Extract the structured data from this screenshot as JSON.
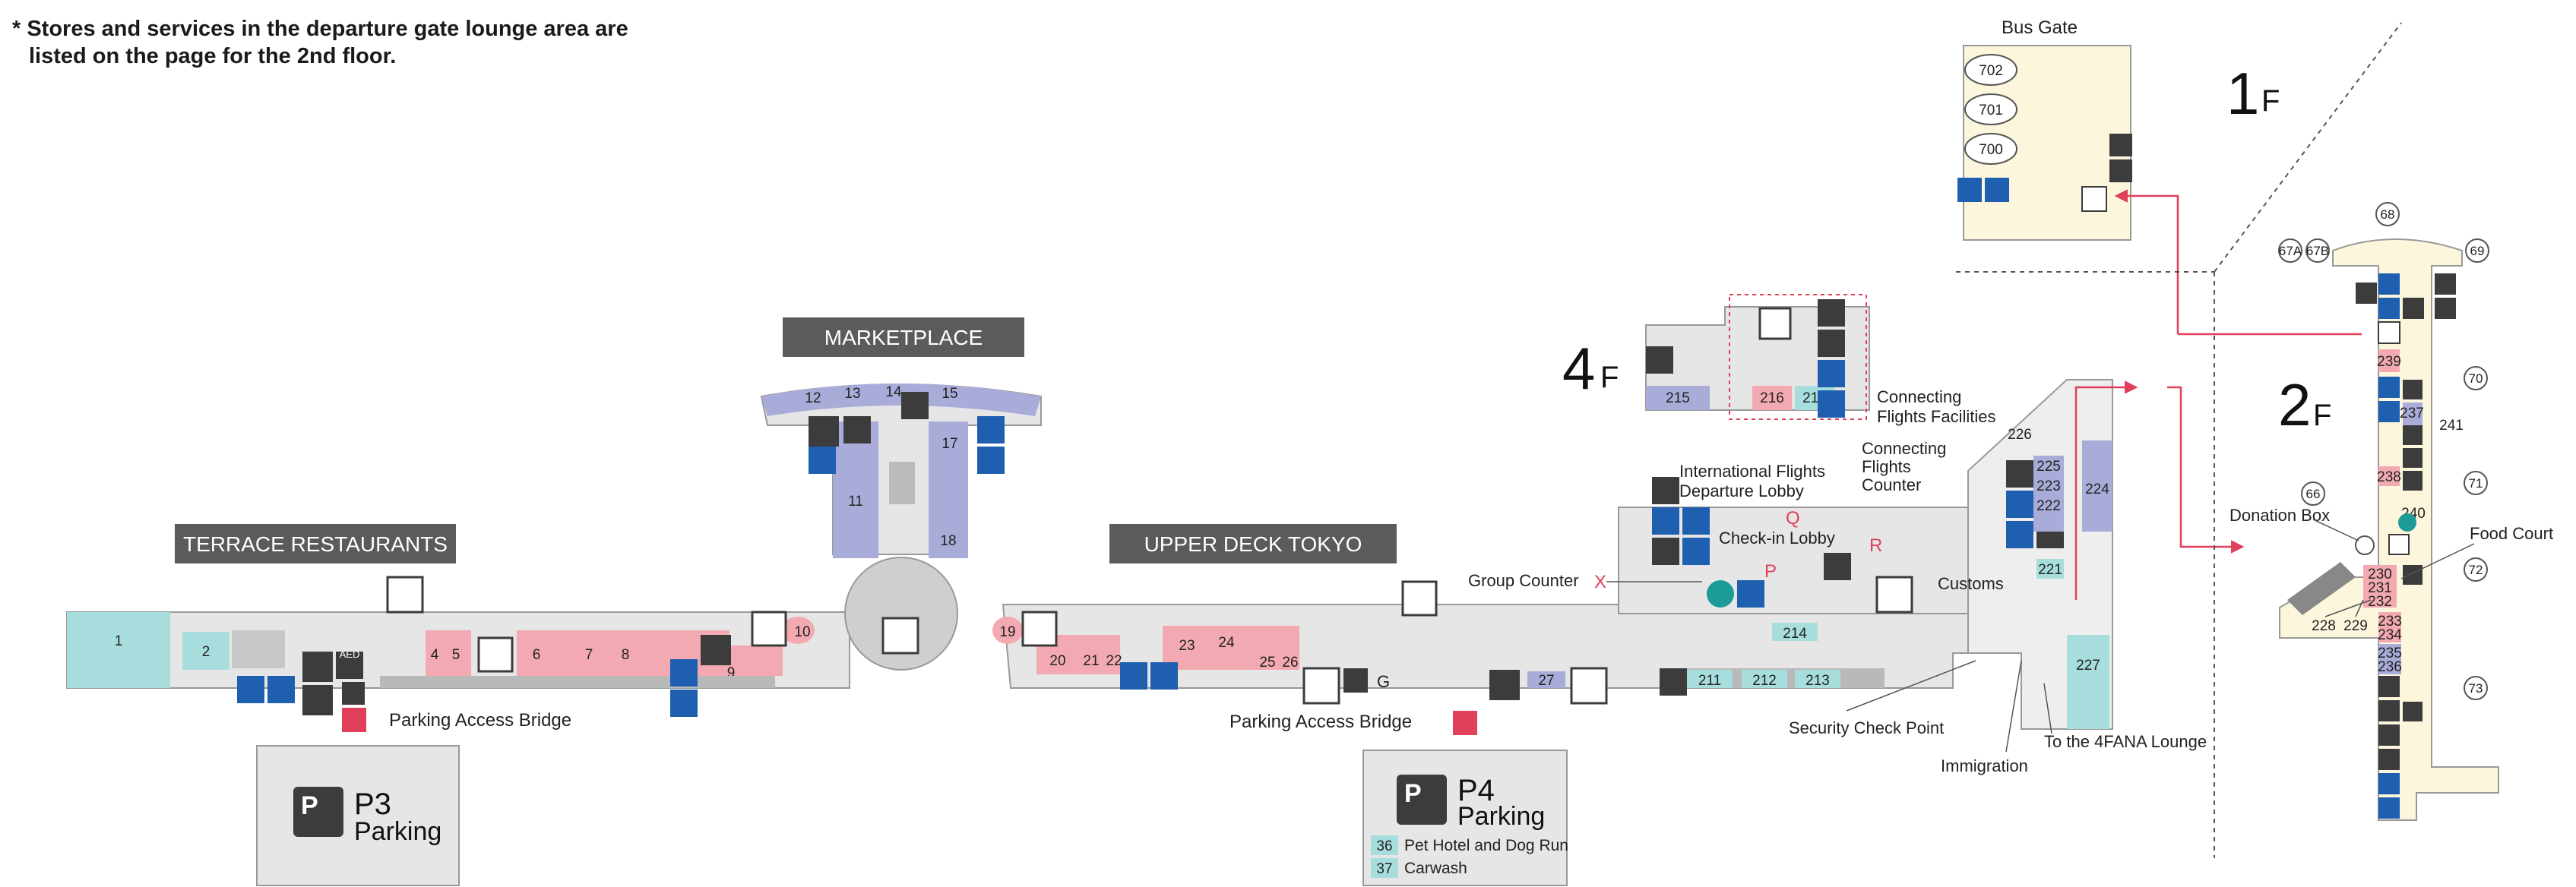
{
  "note": {
    "line1": "* Stores and services in the departure gate lounge area are",
    "line2": "listed on the page for the 2nd floor."
  },
  "areas": {
    "terrace": "TERRACE RESTAURANTS",
    "marketplace": "MARKETPLACE",
    "upper_deck": "UPPER DECK TOKYO"
  },
  "labels": {
    "parking_bridge": "Parking Access Bridge",
    "group_counter": "Group Counter",
    "intl_departure_1": "International Flights",
    "intl_departure_2": "Departure Lobby",
    "checkin_lobby": "Check-in Lobby",
    "connecting_fac_1": "Connecting",
    "connecting_fac_2": "Flights Facilities",
    "connecting_cnt_1": "Connecting",
    "connecting_cnt_2": "Flights",
    "connecting_cnt_3": "Counter",
    "customs": "Customs",
    "security": "Security Check Point",
    "immigration": "Immigration",
    "fana": "To the 4FANA Lounge",
    "bus_gate": "Bus Gate",
    "donation_box": "Donation Box",
    "food_court": "Food Court",
    "mark_x": "X",
    "mark_q": "Q",
    "mark_p": "P",
    "mark_r": "R",
    "mark_g": "G",
    "aed": "AED"
  },
  "floors": {
    "f1_num": "1",
    "f1_unit": "F",
    "f2_num": "2",
    "f2_unit": "F",
    "f4_num": "4",
    "f4_unit": "F"
  },
  "parking": {
    "p3_code": "P3",
    "p3_word": "Parking",
    "p4_code": "P4",
    "p4_word": "Parking",
    "p_letter": "P",
    "pet_num": "36",
    "pet_label": "Pet Hotel and Dog Run",
    "car_num": "37",
    "car_label": "Carwash"
  },
  "gates": {
    "g702": "702",
    "g701": "701",
    "g700": "700",
    "g68": "68",
    "g67a": "67A",
    "g67b": "67B",
    "g69": "69",
    "g70": "70",
    "g71": "71",
    "g66": "66",
    "g72": "72",
    "g73": "73"
  },
  "shops": {
    "s1": "1",
    "s2": "2",
    "s4": "4",
    "s5": "5",
    "s6": "6",
    "s7": "7",
    "s8": "8",
    "s9": "9",
    "s10": "10",
    "s11": "11",
    "s12": "12",
    "s13": "13",
    "s14": "14",
    "s15": "15",
    "s17": "17",
    "s18": "18",
    "s19": "19",
    "s20": "20",
    "s21": "21",
    "s22": "22",
    "s23": "23",
    "s24": "24",
    "s25": "25",
    "s26": "26",
    "s27": "27",
    "s211": "211",
    "s212": "212",
    "s213": "213",
    "s214": "214",
    "s215": "215",
    "s216": "216",
    "s217": "217",
    "s221": "221",
    "s222": "222",
    "s223": "223",
    "s224": "224",
    "s225": "225",
    "s226": "226",
    "s227": "227",
    "s228": "228",
    "s229": "229",
    "s230": "230",
    "s231": "231",
    "s232": "232",
    "s233": "233",
    "s234": "234",
    "s235": "235",
    "s236": "236",
    "s237": "237",
    "s238": "238",
    "s239": "239",
    "s240": "240",
    "s241": "241"
  },
  "colors": {
    "restaurant": "#f3a9b1",
    "shop": "#a9acd9",
    "service": "#a7dedd",
    "corridor": "#e6e6e6",
    "gray_block": "#b9b9b9",
    "header": "#5b5b5b",
    "icon_dark": "#3c3c3c",
    "icon_blue": "#1f5fb0",
    "icon_teal": "#1c9b97",
    "arrow_red": "#e0405a",
    "cream": "#fcf6dc"
  }
}
